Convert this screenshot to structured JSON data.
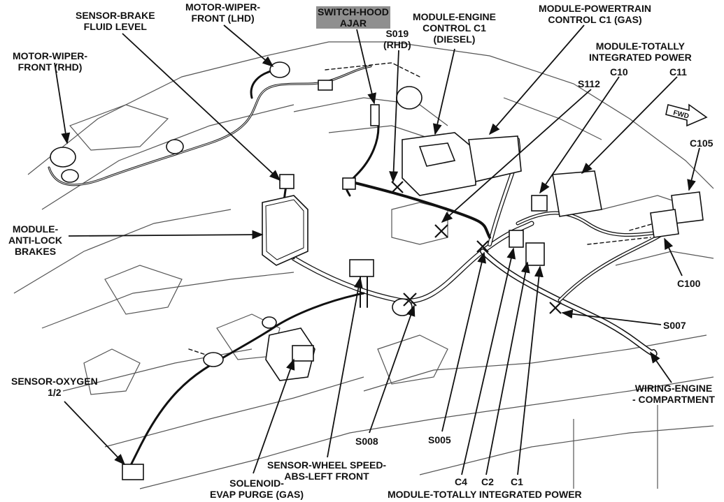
{
  "callouts": {
    "sensor_brake_fluid": [
      "SENSOR-BRAKE",
      "FLUID LEVEL"
    ],
    "motor_wiper_lhd": [
      "MOTOR-WIPER-",
      "FRONT (LHD)"
    ],
    "switch_hood_ajar": [
      "SWITCH-HOOD",
      "AJAR"
    ],
    "module_engine_diesel": [
      "MODULE-ENGINE",
      "CONTROL C1",
      "(DIESEL)"
    ],
    "module_powertrain_gas": [
      "MODULE-POWERTRAIN",
      "CONTROL C1 (GAS)"
    ],
    "module_tipm_top": [
      "MODULE-TOTALLY",
      "INTEGRATED POWER"
    ],
    "motor_wiper_rhd": [
      "MOTOR-WIPER-",
      "FRONT (RHD)"
    ],
    "s019_rhd": [
      "S019",
      "(RHD)"
    ],
    "s112": "S112",
    "c10": "C10",
    "c11": "C11",
    "fwd": "FWD",
    "c105": "C105",
    "module_abs": [
      "MODULE-",
      "ANTI-LOCK",
      "BRAKES"
    ],
    "c100": "C100",
    "s007": "S007",
    "sensor_oxygen": [
      "SENSOR-OXYGEN",
      "1/2"
    ],
    "wiring_engine": [
      "WIRING-ENGINE",
      "- COMPARTMENT"
    ],
    "s008": "S008",
    "s005": "S005",
    "sensor_wheel_speed": [
      "SENSOR-WHEEL SPEED-",
      "ABS-LEFT FRONT"
    ],
    "solenoid_evap": [
      "SOLENOID-",
      "EVAP PURGE (GAS)"
    ],
    "c4": "C4",
    "c2": "C2",
    "c1": "C1",
    "module_tipm_bottom": "MODULE-TOTALLY INTEGRATED POWER"
  },
  "style": {
    "line_color": "#111111",
    "highlight_color": "#8f8f8f"
  }
}
